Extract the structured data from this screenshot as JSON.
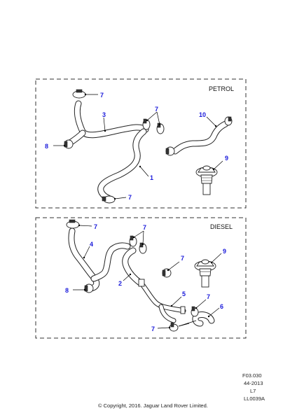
{
  "sections": [
    {
      "label": "PETROL"
    },
    {
      "label": "DIESEL"
    }
  ],
  "petrol_callouts": [
    "7",
    "3",
    "7",
    "10",
    "8",
    "9",
    "1",
    "7"
  ],
  "diesel_callouts": [
    "7",
    "7",
    "4",
    "9",
    "7",
    "2",
    "8",
    "5",
    "7",
    "6",
    "7"
  ],
  "reference": {
    "figure": "F03.030",
    "date": "44-2013",
    "level": "L7",
    "code": "LL0039A"
  },
  "copyright": "© Copyright, 2016. Jaguar Land Rover Limited."
}
